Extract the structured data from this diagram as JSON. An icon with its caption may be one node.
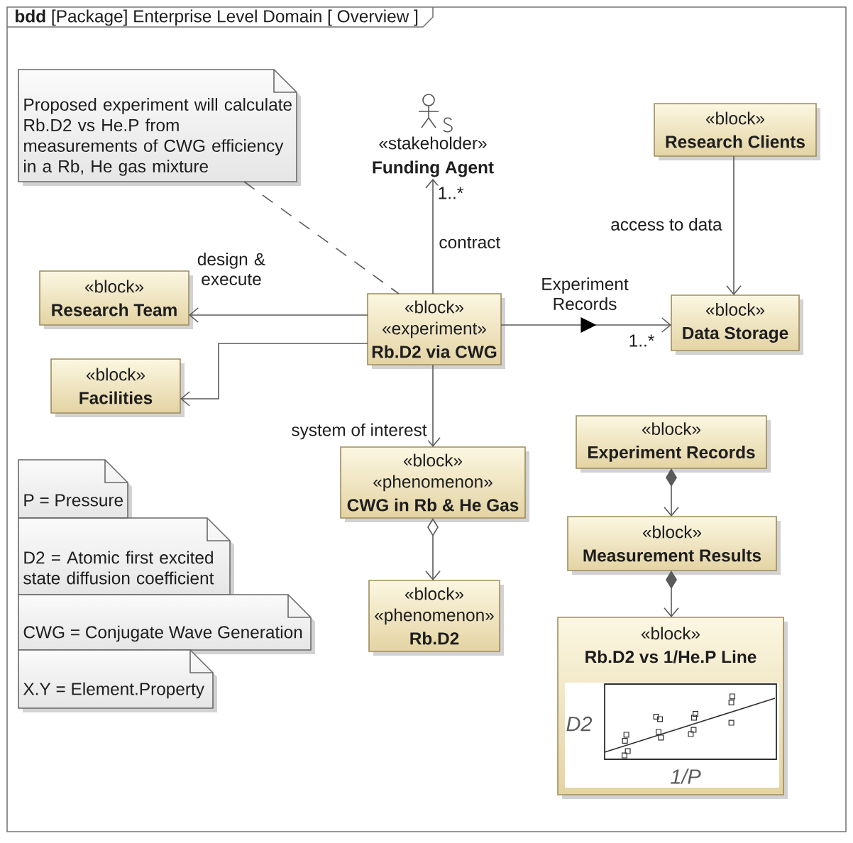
{
  "diagram": {
    "title": "**bdd** [Package] Enterprise Level Domain [ Overview ]",
    "nodes": [
      {
        "text": [
          "Proposed experiment will calculate Rb.D2 vs He.P from measurements of CWG efficiency in a Rb, He gas mixture"
        ]
      },
      {
        "text": [
          "«stakeholder»",
          "Funding Agent"
        ]
      },
      {
        "text": [
          "«block»",
          "Research Clients"
        ]
      },
      {
        "text": [
          "«block»",
          "Research Team"
        ]
      },
      {
        "text": [
          "«block»",
          "«experiment»",
          "Rb.D2 via CWG"
        ]
      },
      {
        "text": [
          "«block»",
          "Data Storage"
        ]
      },
      {
        "text": [
          "«block»",
          "Facilities"
        ]
      },
      {
        "text": [
          "«block»",
          "«phenomenon»",
          "CWG in Rb & He Gas"
        ]
      },
      {
        "text": [
          "«block»",
          "Experiment Records"
        ]
      },
      {
        "text": [
          "«block»",
          "Measurement Results"
        ]
      },
      {
        "text": [
          "«block»",
          "«phenomenon»",
          "Rb.D2"
        ]
      },
      {
        "text": [
          "«block»",
          "Rb.D2 vs 1/He.P Line"
        ]
      },
      {
        "text": [
          "P = Pressure"
        ]
      },
      {
        "text": [
          "D2 = Atomic first excited state diffusion coefficient"
        ]
      },
      {
        "text": [
          "CWG = Conjugate Wave Generation"
        ]
      },
      {
        "text": [
          "X.Y = Element.Property"
        ]
      }
    ],
    "edges": [
      {
        "from": 4,
        "to": 1,
        "arrow": "to",
        "label": "contract"
      },
      {
        "from": 4,
        "to": 3,
        "arrow": "to",
        "label": "design & execute"
      },
      {
        "from": 4,
        "to": 6,
        "arrow": "to"
      },
      {
        "from": 4,
        "to": 5,
        "arrow": "to",
        "label": "Experiment Records"
      },
      {
        "from": 2,
        "to": 5,
        "arrow": "to",
        "label": "access to data"
      },
      {
        "from": 4,
        "to": 7,
        "arrow": "to",
        "label": "system of interest"
      },
      {
        "from": 7,
        "to": 10,
        "arrow": "to"
      },
      {
        "from": 8,
        "to": 9,
        "arrow": "to"
      },
      {
        "from": 9,
        "to": 11,
        "arrow": "to"
      },
      {
        "from": 0,
        "to": 4,
        "arrow": "none",
        "style": "dashed"
      }
    ],
    "labels": [
      "1..*",
      "1..*",
      "D2",
      "1/P"
    ]
  }
}
